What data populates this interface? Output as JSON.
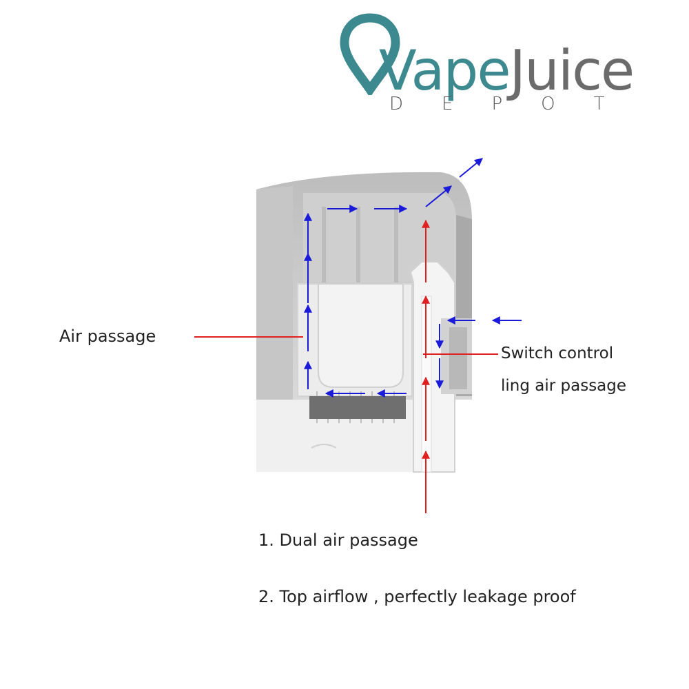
{
  "logo": {
    "word_a": "Vape",
    "word_b": "Juice",
    "sub": "DEPOT",
    "brand_color": "#3c8a8f",
    "gray_color": "#6b6b6b"
  },
  "labels": {
    "air_passage": "Air passage",
    "switch_line1": "Switch control",
    "switch_line2": "ling air passage"
  },
  "notes": [
    "1. Dual air passage",
    "2. Top airflow , perfectly leakage proof"
  ],
  "colors": {
    "blue_arrow": "#1a1adb",
    "red_arrow": "#e02020"
  }
}
